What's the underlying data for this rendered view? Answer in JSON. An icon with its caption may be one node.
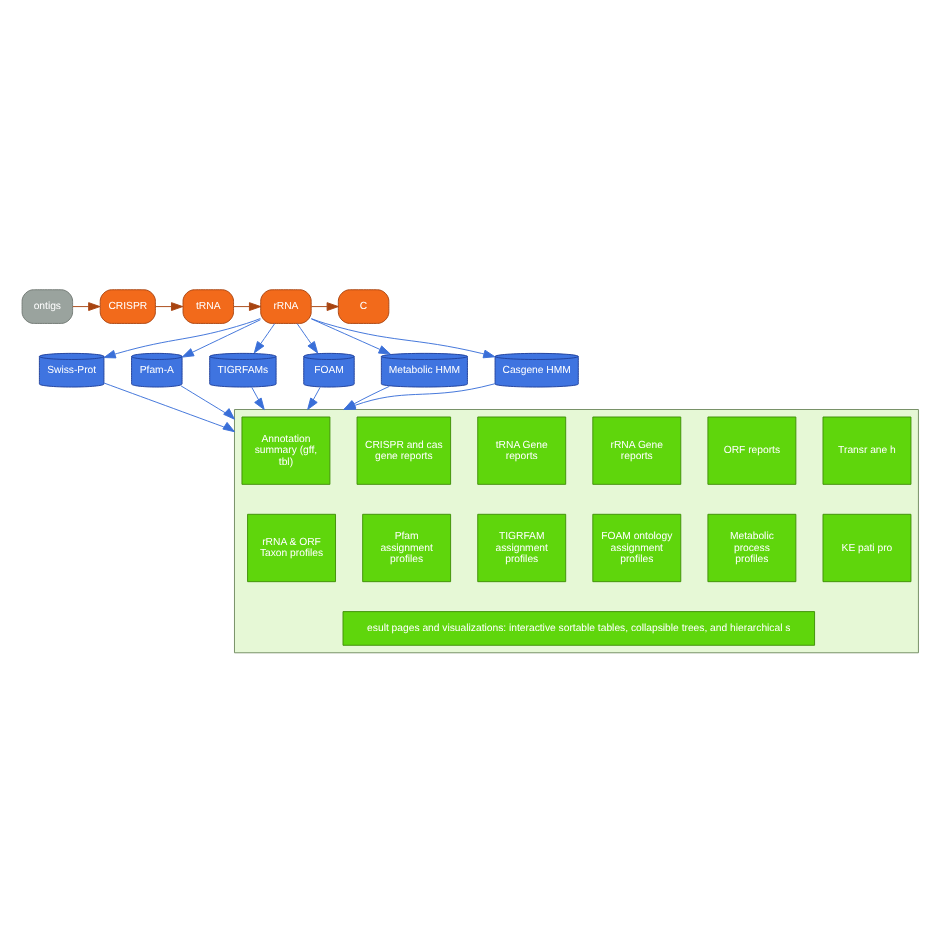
{
  "diagram": {
    "nodes": [
      {
        "text": [
          "ontigs"
        ]
      },
      {
        "text": [
          "CRISPR"
        ]
      },
      {
        "text": [
          "tRNA"
        ]
      },
      {
        "text": [
          "rRNA"
        ]
      },
      {
        "text": [
          "C"
        ]
      },
      {
        "text": [
          "Swiss-Prot"
        ]
      },
      {
        "text": [
          "Pfam-A"
        ]
      },
      {
        "text": [
          "TIGRFAMs"
        ]
      },
      {
        "text": [
          "FOAM"
        ]
      },
      {
        "text": [
          "Metabolic HMM"
        ]
      },
      {
        "text": [
          "Casgene HMM"
        ]
      },
      {
        "text": [],
        "shape": "box"
      },
      {
        "text": [
          "Annotation summary (gff, tbl)"
        ],
        "in": 11
      },
      {
        "text": [
          "CRISPR and cas gene reports"
        ],
        "in": 11
      },
      {
        "text": [
          "tRNA Gene reports"
        ],
        "in": 11
      },
      {
        "text": [
          "rRNA Gene reports"
        ],
        "in": 11
      },
      {
        "text": [
          "ORF reports"
        ],
        "in": 11
      },
      {
        "text": [
          "Transr ane h"
        ],
        "in": 11
      },
      {
        "text": [
          "rRNA & ORF Taxon profiles"
        ],
        "in": 11
      },
      {
        "text": [
          "Pfam assignment profiles"
        ],
        "in": 11
      },
      {
        "text": [
          "TIGRFAM assignment profiles"
        ],
        "in": 11
      },
      {
        "text": [
          "FOAM ontology assignment profiles"
        ],
        "in": 11
      },
      {
        "text": [
          "Metabolic process profiles"
        ],
        "in": 11
      },
      {
        "text": [
          "KE pati pro"
        ],
        "in": 11
      },
      {
        "text": [
          "esult pages and visualizations: interactive sortable tables, collapsible trees, and hierarchical s"
        ],
        "in": 11
      }
    ],
    "edges": [
      {
        "from": 0,
        "to": 1,
        "arrow": "to",
        "color": "#a84410"
      },
      {
        "from": 1,
        "to": 2,
        "arrow": "to",
        "color": "#a84410"
      },
      {
        "from": 2,
        "to": 3,
        "arrow": "to",
        "color": "#a84410"
      },
      {
        "from": 3,
        "to": 4,
        "arrow": "to",
        "color": "#a84410"
      },
      {
        "from": 3,
        "to": 5,
        "arrow": "to",
        "color": "#3a6fd8"
      },
      {
        "from": 3,
        "to": 6,
        "arrow": "to",
        "color": "#3a6fd8"
      },
      {
        "from": 3,
        "to": 7,
        "arrow": "to",
        "color": "#3a6fd8"
      },
      {
        "from": 3,
        "to": 8,
        "arrow": "to",
        "color": "#3a6fd8"
      },
      {
        "from": 3,
        "to": 9,
        "arrow": "to",
        "color": "#3a6fd8"
      },
      {
        "from": 3,
        "to": 10,
        "arrow": "to",
        "color": "#3a6fd8"
      },
      {
        "from": 5,
        "to": 11,
        "arrow": "to",
        "color": "#3a6fd8"
      },
      {
        "from": 6,
        "to": 11,
        "arrow": "to",
        "color": "#3a6fd8"
      },
      {
        "from": 7,
        "to": 11,
        "arrow": "to",
        "color": "#3a6fd8"
      },
      {
        "from": 8,
        "to": 11,
        "arrow": "to",
        "color": "#3a6fd8"
      },
      {
        "from": 9,
        "to": 11,
        "arrow": "to",
        "color": "#3a6fd8"
      },
      {
        "from": 10,
        "to": 11,
        "arrow": "to",
        "color": "#3a6fd8"
      }
    ]
  }
}
